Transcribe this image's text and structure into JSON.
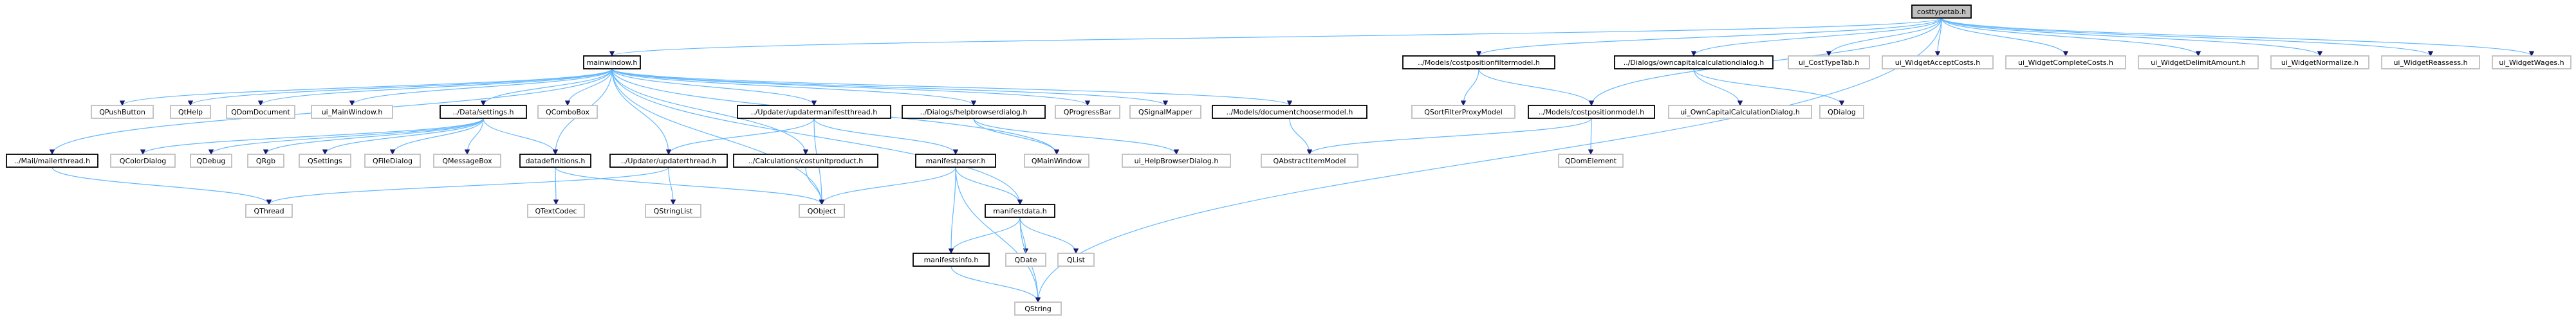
{
  "colors": {
    "edge": "#63b8ff",
    "arrowhead": "#191970",
    "documented_border": "#000000",
    "external_border": "#bfbfbf",
    "root_fill": "#bfbfbf",
    "node_fill": "#ffffff",
    "text": "#000000"
  },
  "nodes": [
    {
      "id": "costtypetab",
      "label": "costtypetab.h",
      "kind": "root"
    },
    {
      "id": "mainwindow",
      "label": "mainwindow.h",
      "kind": "documented"
    },
    {
      "id": "costpositionfiltermodel",
      "label": "../Models/costpositionfiltermodel.h",
      "kind": "documented"
    },
    {
      "id": "owncapitaldialog",
      "label": "../Dialogs/owncapitalcalculationdialog.h",
      "kind": "documented"
    },
    {
      "id": "ui_CostTypeTab",
      "label": "ui_CostTypeTab.h",
      "kind": "external"
    },
    {
      "id": "ui_WidgetAcceptCosts",
      "label": "ui_WidgetAcceptCosts.h",
      "kind": "external"
    },
    {
      "id": "ui_WidgetCompleteCosts",
      "label": "ui_WidgetCompleteCosts.h",
      "kind": "external"
    },
    {
      "id": "ui_WidgetDelimitAmount",
      "label": "ui_WidgetDelimitAmount.h",
      "kind": "external"
    },
    {
      "id": "ui_WidgetNormalize",
      "label": "ui_WidgetNormalize.h",
      "kind": "external"
    },
    {
      "id": "ui_WidgetReassess",
      "label": "ui_WidgetReassess.h",
      "kind": "external"
    },
    {
      "id": "ui_WidgetWages",
      "label": "ui_WidgetWages.h",
      "kind": "external"
    },
    {
      "id": "QPushButton",
      "label": "QPushButton",
      "kind": "external"
    },
    {
      "id": "QtHelp",
      "label": "QtHelp",
      "kind": "external"
    },
    {
      "id": "QDomDocument",
      "label": "QDomDocument",
      "kind": "external"
    },
    {
      "id": "ui_MainWindow",
      "label": "ui_MainWindow.h",
      "kind": "external"
    },
    {
      "id": "settings",
      "label": "../Data/settings.h",
      "kind": "documented"
    },
    {
      "id": "QComboBox",
      "label": "QComboBox",
      "kind": "external"
    },
    {
      "id": "updatermanifestthread",
      "label": "../Updater/updatermanifestthread.h",
      "kind": "documented"
    },
    {
      "id": "helpbrowserdialog",
      "label": "../Dialogs/helpbrowserdialog.h",
      "kind": "documented"
    },
    {
      "id": "QProgressBar",
      "label": "QProgressBar",
      "kind": "external"
    },
    {
      "id": "QSignalMapper",
      "label": "QSignalMapper",
      "kind": "external"
    },
    {
      "id": "documentchoosermodel",
      "label": "../Models/documentchoosermodel.h",
      "kind": "documented"
    },
    {
      "id": "QSortFilterProxyModel",
      "label": "QSortFilterProxyModel",
      "kind": "external"
    },
    {
      "id": "costpositionmodel",
      "label": "../Models/costpositionmodel.h",
      "kind": "documented"
    },
    {
      "id": "ui_OwnCapitalCalculationDialog",
      "label": "ui_OwnCapitalCalculationDialog.h",
      "kind": "external"
    },
    {
      "id": "QDialog",
      "label": "QDialog",
      "kind": "external"
    },
    {
      "id": "mailerthread",
      "label": "../Mail/mailerthread.h",
      "kind": "documented"
    },
    {
      "id": "QColorDialog",
      "label": "QColorDialog",
      "kind": "external"
    },
    {
      "id": "QDebug",
      "label": "QDebug",
      "kind": "external"
    },
    {
      "id": "QRgb",
      "label": "QRgb",
      "kind": "external"
    },
    {
      "id": "QSettings",
      "label": "QSettings",
      "kind": "external"
    },
    {
      "id": "QFileDialog",
      "label": "QFileDialog",
      "kind": "external"
    },
    {
      "id": "QMessageBox",
      "label": "QMessageBox",
      "kind": "external"
    },
    {
      "id": "datadefinitions",
      "label": "datadefinitions.h",
      "kind": "documented"
    },
    {
      "id": "updaterthread",
      "label": "../Updater/updaterthread.h",
      "kind": "documented"
    },
    {
      "id": "costunitproduct",
      "label": "../Calculations/costunitproduct.h",
      "kind": "documented"
    },
    {
      "id": "manifestparser",
      "label": "manifestparser.h",
      "kind": "documented"
    },
    {
      "id": "QMainWindow",
      "label": "QMainWindow",
      "kind": "external"
    },
    {
      "id": "ui_HelpBrowserDialog",
      "label": "ui_HelpBrowserDialog.h",
      "kind": "external"
    },
    {
      "id": "QAbstractItemModel",
      "label": "QAbstractItemModel",
      "kind": "external"
    },
    {
      "id": "QDomElement",
      "label": "QDomElement",
      "kind": "external"
    },
    {
      "id": "QThread",
      "label": "QThread",
      "kind": "external"
    },
    {
      "id": "QTextCodec",
      "label": "QTextCodec",
      "kind": "external"
    },
    {
      "id": "QStringList",
      "label": "QStringList",
      "kind": "external"
    },
    {
      "id": "QObject",
      "label": "QObject",
      "kind": "external"
    },
    {
      "id": "manifestdata",
      "label": "manifestdata.h",
      "kind": "documented"
    },
    {
      "id": "QDate",
      "label": "QDate",
      "kind": "external"
    },
    {
      "id": "QList",
      "label": "QList",
      "kind": "external"
    },
    {
      "id": "manifestsinfo",
      "label": "manifestsinfo.h",
      "kind": "documented"
    },
    {
      "id": "QString",
      "label": "QString",
      "kind": "external"
    }
  ],
  "edges": [
    [
      "costtypetab",
      "mainwindow"
    ],
    [
      "costtypetab",
      "costpositionfiltermodel"
    ],
    [
      "costtypetab",
      "costpositionmodel"
    ],
    [
      "costtypetab",
      "owncapitaldialog"
    ],
    [
      "costtypetab",
      "ui_CostTypeTab"
    ],
    [
      "costtypetab",
      "ui_WidgetAcceptCosts"
    ],
    [
      "costtypetab",
      "ui_WidgetCompleteCosts"
    ],
    [
      "costtypetab",
      "ui_WidgetDelimitAmount"
    ],
    [
      "costtypetab",
      "ui_WidgetNormalize"
    ],
    [
      "costtypetab",
      "ui_WidgetReassess"
    ],
    [
      "costtypetab",
      "ui_WidgetWages"
    ],
    [
      "costtypetab",
      "QString"
    ],
    [
      "mainwindow",
      "QPushButton"
    ],
    [
      "mainwindow",
      "QtHelp"
    ],
    [
      "mainwindow",
      "QDomDocument"
    ],
    [
      "mainwindow",
      "ui_MainWindow"
    ],
    [
      "mainwindow",
      "settings"
    ],
    [
      "mainwindow",
      "QComboBox"
    ],
    [
      "mainwindow",
      "updatermanifestthread"
    ],
    [
      "mainwindow",
      "helpbrowserdialog"
    ],
    [
      "mainwindow",
      "QProgressBar"
    ],
    [
      "mainwindow",
      "QSignalMapper"
    ],
    [
      "mainwindow",
      "documentchoosermodel"
    ],
    [
      "mainwindow",
      "mailerthread"
    ],
    [
      "mainwindow",
      "datadefinitions"
    ],
    [
      "mainwindow",
      "updaterthread"
    ],
    [
      "mainwindow",
      "costunitproduct"
    ],
    [
      "mainwindow",
      "QMainWindow"
    ],
    [
      "mainwindow",
      "manifestdata"
    ],
    [
      "mainwindow",
      "QObject"
    ],
    [
      "costpositionfiltermodel",
      "QSortFilterProxyModel"
    ],
    [
      "costpositionfiltermodel",
      "costpositionmodel"
    ],
    [
      "owncapitaldialog",
      "ui_OwnCapitalCalculationDialog"
    ],
    [
      "owncapitaldialog",
      "QDialog"
    ],
    [
      "costpositionmodel",
      "QAbstractItemModel"
    ],
    [
      "costpositionmodel",
      "QDomElement"
    ],
    [
      "documentchoosermodel",
      "QAbstractItemModel"
    ],
    [
      "settings",
      "QColorDialog"
    ],
    [
      "settings",
      "QDebug"
    ],
    [
      "settings",
      "QRgb"
    ],
    [
      "settings",
      "QSettings"
    ],
    [
      "settings",
      "QFileDialog"
    ],
    [
      "settings",
      "QMessageBox"
    ],
    [
      "settings",
      "datadefinitions"
    ],
    [
      "updatermanifestthread",
      "updaterthread"
    ],
    [
      "updatermanifestthread",
      "manifestparser"
    ],
    [
      "updatermanifestthread",
      "QObject"
    ],
    [
      "helpbrowserdialog",
      "QMainWindow"
    ],
    [
      "helpbrowserdialog",
      "ui_HelpBrowserDialog"
    ],
    [
      "mailerthread",
      "QThread"
    ],
    [
      "datadefinitions",
      "QTextCodec"
    ],
    [
      "datadefinitions",
      "QObject"
    ],
    [
      "updaterthread",
      "QThread"
    ],
    [
      "updaterthread",
      "QStringList"
    ],
    [
      "costunitproduct",
      "QObject"
    ],
    [
      "manifestparser",
      "QObject"
    ],
    [
      "manifestparser",
      "manifestdata"
    ],
    [
      "manifestparser",
      "manifestsinfo"
    ],
    [
      "manifestparser",
      "QString"
    ],
    [
      "manifestdata",
      "QDate"
    ],
    [
      "manifestdata",
      "QList"
    ],
    [
      "manifestdata",
      "manifestsinfo"
    ],
    [
      "manifestdata",
      "QString"
    ],
    [
      "manifestsinfo",
      "QString"
    ]
  ]
}
